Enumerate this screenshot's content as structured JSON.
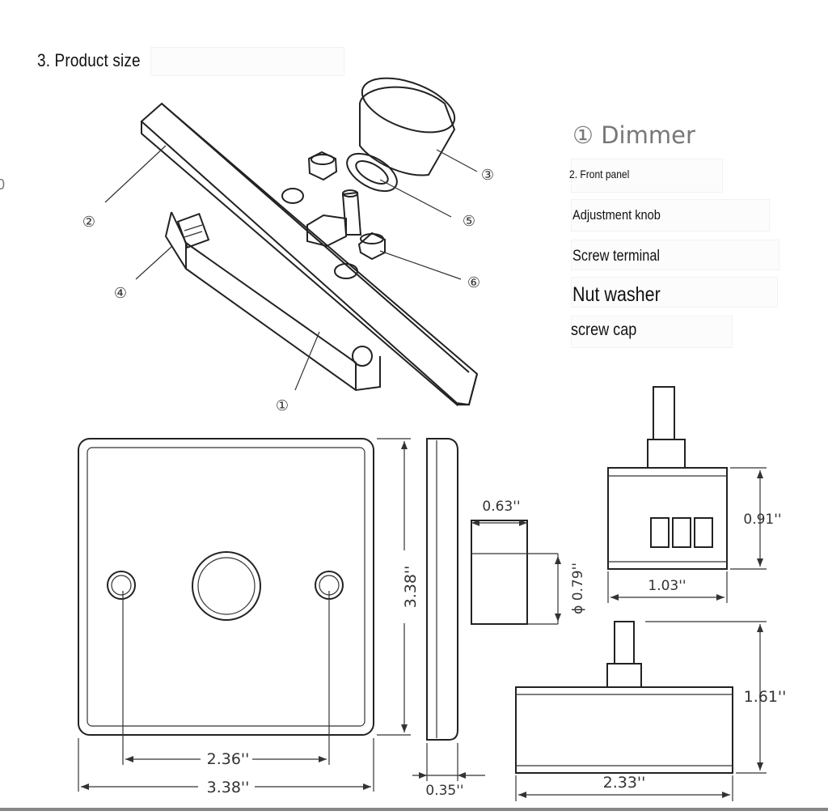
{
  "title": "3. Product size",
  "legend": [
    "① Dimmer",
    "2. Front panel",
    "Adjustment knob",
    "Screw terminal",
    "Nut washer",
    "screw cap"
  ],
  "edge_glyph": "0",
  "callouts": [
    "①",
    "②",
    "③",
    "④",
    "⑤",
    "⑥"
  ],
  "dimensions": {
    "hole_spacing": "2.36''",
    "front_width": "3.38''",
    "front_height": "3.38''",
    "panel_depth": "0.35''",
    "knob_height": "0.63''",
    "knob_diameter": "ϕ 0.79''",
    "body_height": "0.91''",
    "body_width": "1.03''",
    "side_height": "1.61''",
    "side_width": "2.33''"
  }
}
